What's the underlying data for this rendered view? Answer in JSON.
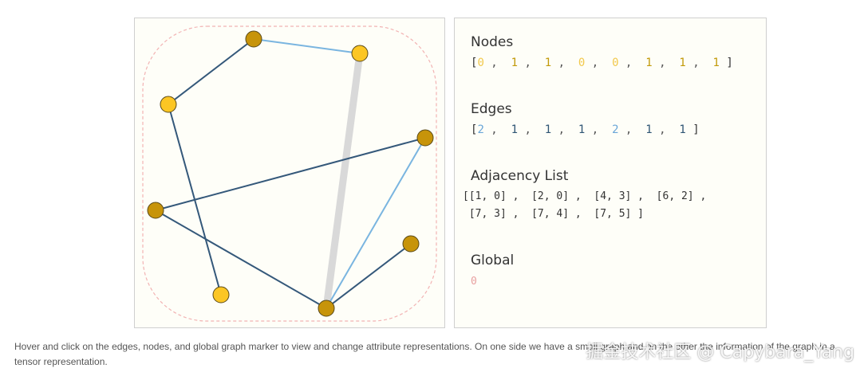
{
  "graph": {
    "nodes": [
      {
        "id": 0,
        "value": 1
      },
      {
        "id": 1,
        "value": 0
      },
      {
        "id": 2,
        "value": 0
      },
      {
        "id": 3,
        "value": 1
      },
      {
        "id": 4,
        "value": 1
      },
      {
        "id": 5,
        "value": 1
      },
      {
        "id": 6,
        "value": 0
      },
      {
        "id": 7,
        "value": 1
      }
    ],
    "colors": {
      "node_value_0": "#fcc624",
      "node_value_1": "#c7940a",
      "edge_value_1": "#34587a",
      "edge_value_2": "#7ab5e0",
      "edge_selected": "#d9d9d9",
      "global_marker": "#f2b3b3"
    }
  },
  "tensor": {
    "nodes_title": "Nodes",
    "nodes_values": [
      "0",
      "1",
      "1",
      "0",
      "0",
      "1",
      "1",
      "1"
    ],
    "edges_title": "Edges",
    "edges_values": [
      "2",
      "1",
      "1",
      "1",
      "2",
      "1",
      "1"
    ],
    "adjacency_title": "Adjacency List",
    "adjacency_pairs": [
      [
        1,
        0
      ],
      [
        2,
        0
      ],
      [
        4,
        3
      ],
      [
        6,
        2
      ],
      [
        7,
        3
      ],
      [
        7,
        4
      ],
      [
        7,
        5
      ]
    ],
    "global_title": "Global",
    "global_value": "0"
  },
  "caption": "Hover and click on the edges, nodes, and global graph marker to view and change attribute representations. On one side we have a small graph and on the other the information of the graph in a tensor representation.",
  "watermark": "掘金技术社区 @ Capybara_Yang"
}
